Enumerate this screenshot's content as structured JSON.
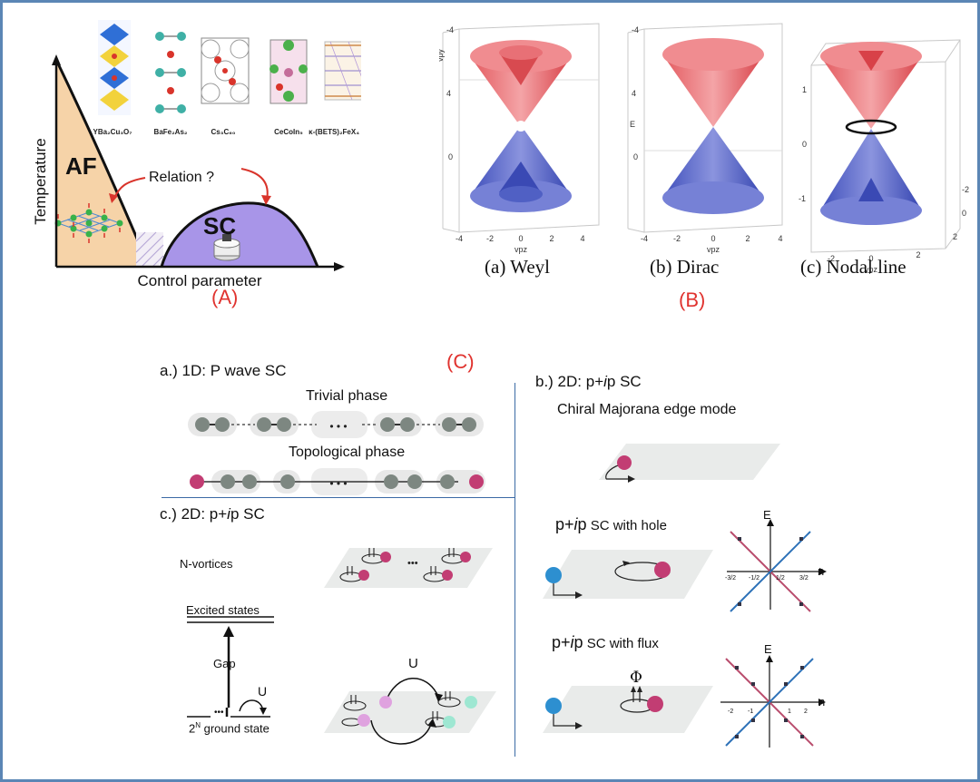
{
  "panelA": {
    "label": "(A)",
    "y_axis": "Temperature",
    "x_axis": "Control parameter",
    "af": "AF",
    "sc": "SC",
    "relation": "Relation ?",
    "materials": [
      "YBa₂Cu₃O₇",
      "BaFe₂As₂",
      "Cs₃C₆₀",
      "CeCoIn₅",
      "κ-(BETS)₂FeX₄"
    ]
  },
  "panelB": {
    "label": "(B)",
    "sub": [
      {
        "caption": "(a)  Weyl",
        "xlabel": "vpz",
        "ylabel": "vpy",
        "xticks": [
          "-4",
          "-2",
          "0",
          "2",
          "4"
        ],
        "yticks": [
          "-4",
          "0",
          "4"
        ]
      },
      {
        "caption": "(b) Dirac",
        "xlabel": "vpz",
        "ylabel": "E",
        "xticks": [
          "-4",
          "-2",
          "0",
          "2",
          "4"
        ],
        "yticks": [
          "-4",
          "0",
          "4"
        ]
      },
      {
        "caption": "(c) Nodal line",
        "xlabel": "vpz",
        "ylabel": "",
        "xticks": [
          "-2",
          "0",
          "2"
        ],
        "yticks": [
          "1",
          "0",
          "-1"
        ],
        "zticks": [
          "-2",
          "0",
          "2"
        ]
      }
    ]
  },
  "panelC": {
    "label": "(C)",
    "a_title": "a.) 1D: P wave SC",
    "trivial": "Trivial phase",
    "topological": "Topological phase",
    "ellipsis": "• • •",
    "b_title_pre": "b.) 2D: p+",
    "b_title_it": "i",
    "b_title_post": "p SC",
    "chiral": "Chiral Majorana edge mode",
    "c_title_pre": "c.) 2D: p+",
    "c_title_it": "i",
    "c_title_post": "p SC",
    "n_vortices": "N-vortices",
    "excited": "Excited states",
    "gap": "Gap",
    "u": "U",
    "ground_pre": "2",
    "ground_sup": "N",
    "ground_post": " ground state",
    "hole_pre": "p+",
    "hole_it": "i",
    "hole_big": "p",
    "hole_post": " SC with hole",
    "flux_pre": "p+",
    "flux_it": "i",
    "flux_big": "p",
    "flux_post": " SC with flux",
    "phi": "Φ",
    "plot_hole": {
      "ylabel": "E",
      "xlabel": "n",
      "ticks": [
        "-3/2",
        "-1/2",
        "1/2",
        "3/2"
      ]
    },
    "plot_flux": {
      "ylabel": "E",
      "xlabel": "n",
      "ticks": [
        "-2",
        "-1",
        "1",
        "2"
      ]
    }
  },
  "colors": {
    "red_label": "#e0332f",
    "frame": "#5b86b5",
    "af": "#f6d3a8",
    "sc": "#a895e8",
    "cone_red": "#e85b63",
    "cone_blue": "#4b5cc4",
    "pink_ball": "#c23d73",
    "blue_ball": "#2d8fd0"
  }
}
